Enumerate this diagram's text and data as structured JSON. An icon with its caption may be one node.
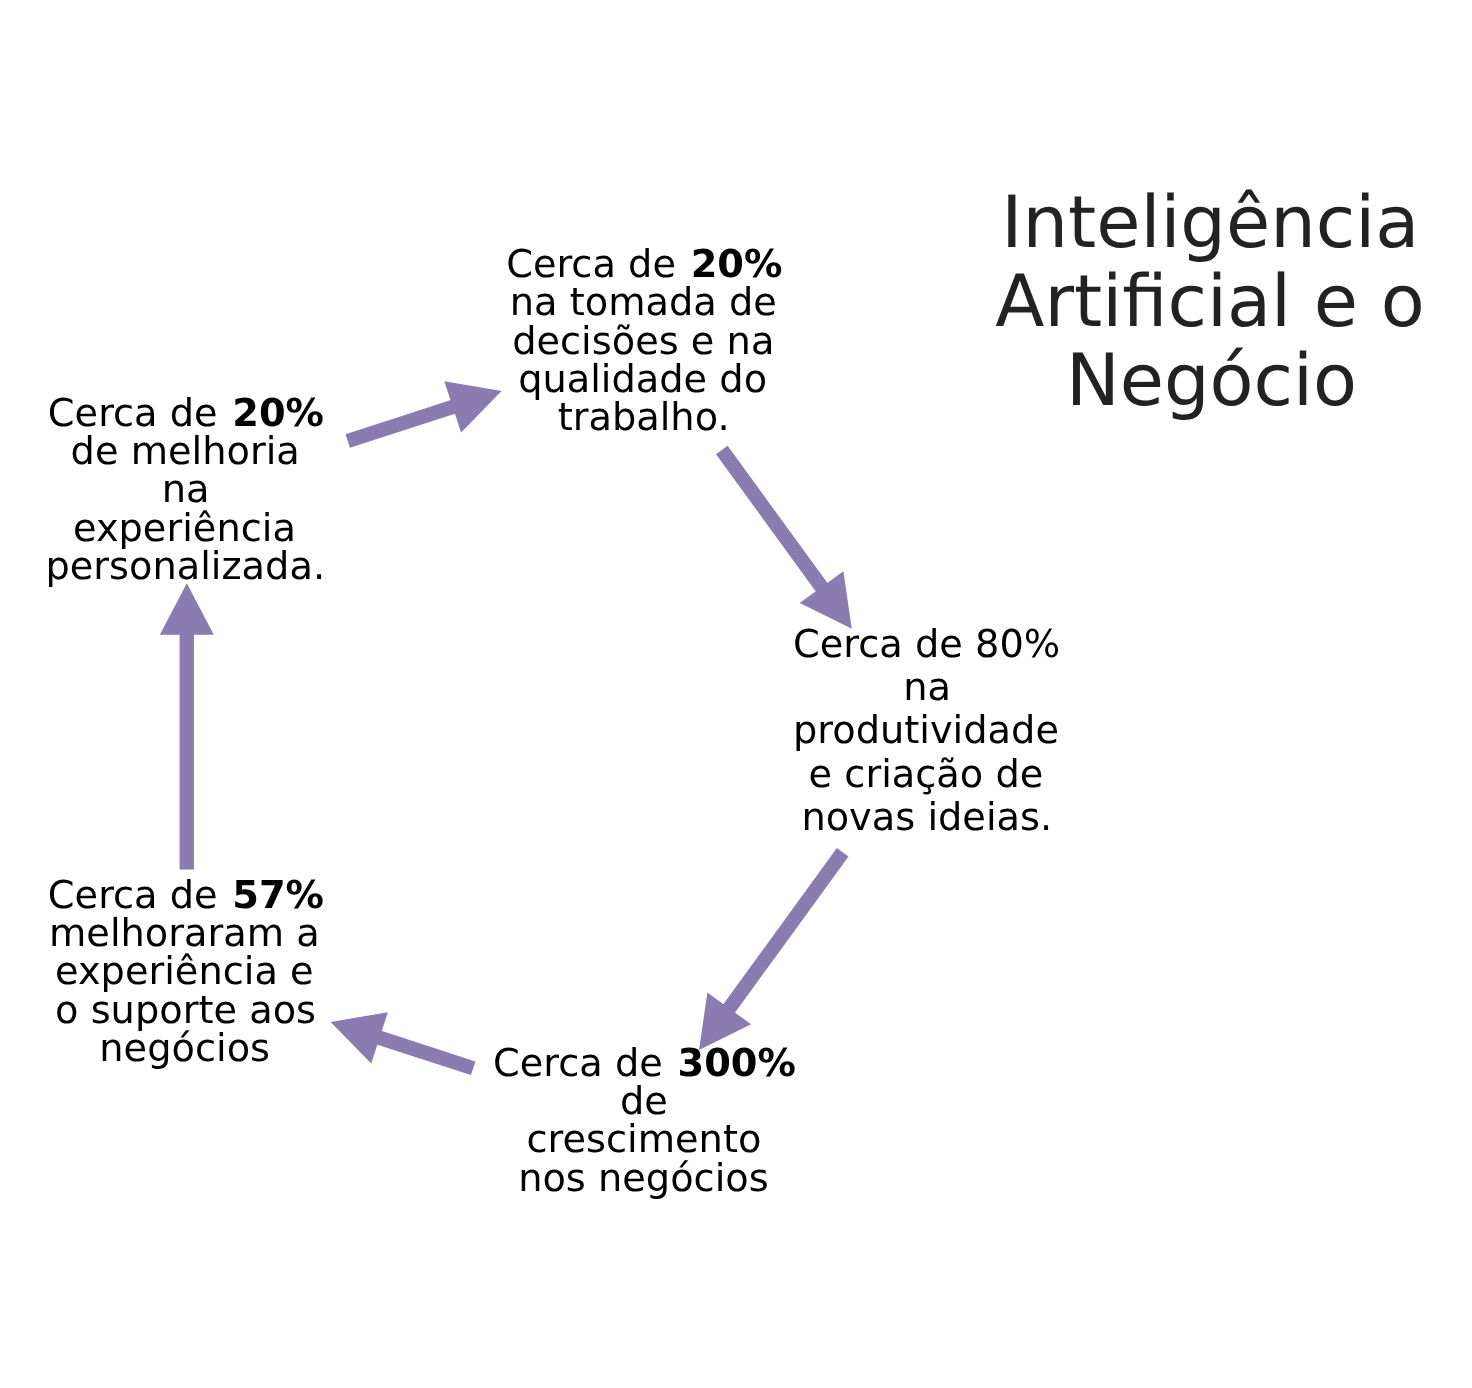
{
  "diagram": {
    "nodes": [
      {
        "text": [
          "Cerca de **300%** de crescimento nos negócios"
        ]
      },
      {
        "text": [
          "Cerca de **57%** melhoraram a experiência e o suporte aos negócios"
        ]
      },
      {
        "text": [
          "Cerca de **20%** de melhoria na experiência personalizada."
        ]
      },
      {
        "text": [
          "Cerca de **20%** na tomada de decisões e na qualidade do trabalho."
        ]
      },
      {
        "text": [
          "Cerca de 80% na produtividade e criação de novas ideias."
        ]
      }
    ],
    "edges": [
      {
        "from": 0,
        "to": 1,
        "arrow": "to"
      },
      {
        "from": 1,
        "to": 2,
        "arrow": "to"
      },
      {
        "from": 2,
        "to": 3,
        "arrow": "to"
      },
      {
        "from": 3,
        "to": 4,
        "arrow": "to"
      },
      {
        "from": 4,
        "to": 0,
        "arrow": "to"
      }
    ],
    "labels": [
      "Inteligência Artificial e o Negócio"
    ]
  }
}
